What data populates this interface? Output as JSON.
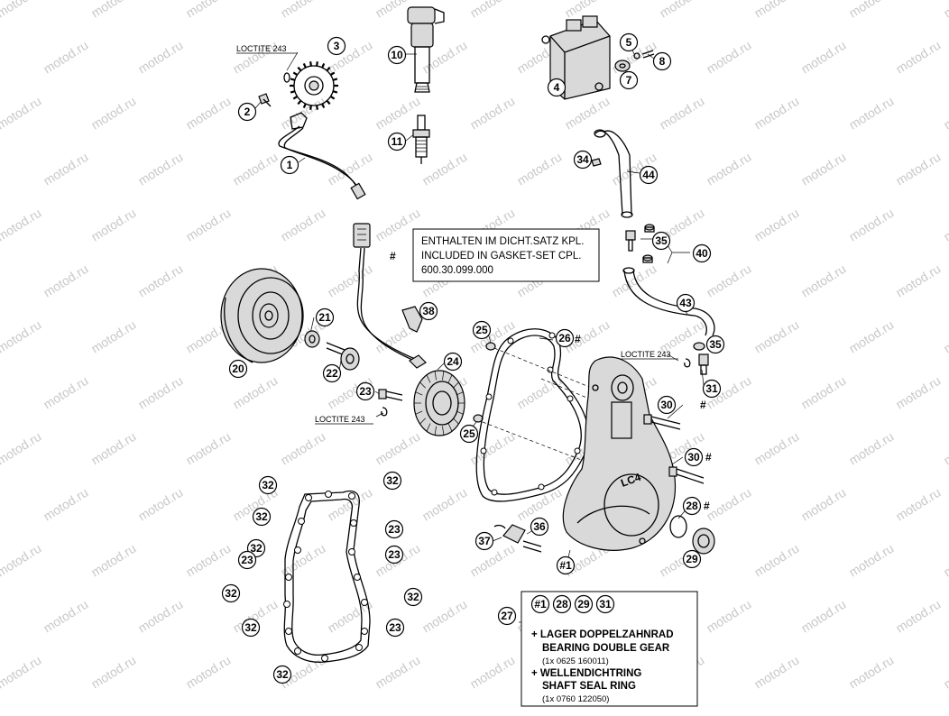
{
  "watermark": "motod.ru",
  "loctite_label": "LOCTITE 243",
  "hash_mark": "#",
  "gasket_note": {
    "line1": "ENTHALTEN IM DICHT.SATZ KPL.",
    "line2": "INCLUDED IN GASKET-SET CPL.",
    "line3": "600.30.099.000"
  },
  "kit_box": {
    "ref": "27",
    "items": [
      "#1",
      "28",
      "29",
      "31"
    ],
    "line1": "+ LAGER DOPPELZAHNRAD",
    "line2": "BEARING DOUBLE GEAR",
    "line3": "(1x 0625 160011)",
    "line4": "+ WELLENDICHTRING",
    "line5": "SHAFT SEAL RING",
    "line6": "(1x 0760 122050)"
  },
  "cover_logo": "LC4",
  "callouts": [
    {
      "id": "c1",
      "label": "1"
    },
    {
      "id": "c2",
      "label": "2"
    },
    {
      "id": "c3",
      "label": "3"
    },
    {
      "id": "c4",
      "label": "4"
    },
    {
      "id": "c5",
      "label": "5"
    },
    {
      "id": "c7",
      "label": "7"
    },
    {
      "id": "c8",
      "label": "8"
    },
    {
      "id": "c10",
      "label": "10"
    },
    {
      "id": "c11",
      "label": "11"
    },
    {
      "id": "c20",
      "label": "20"
    },
    {
      "id": "c21",
      "label": "21"
    },
    {
      "id": "c22",
      "label": "22"
    },
    {
      "id": "c23a",
      "label": "23"
    },
    {
      "id": "c24",
      "label": "24"
    },
    {
      "id": "c25a",
      "label": "25"
    },
    {
      "id": "c25b",
      "label": "25"
    },
    {
      "id": "c26",
      "label": "26"
    },
    {
      "id": "c28",
      "label": "28"
    },
    {
      "id": "c29",
      "label": "29"
    },
    {
      "id": "c30a",
      "label": "30"
    },
    {
      "id": "c30b",
      "label": "30"
    },
    {
      "id": "c31",
      "label": "31"
    },
    {
      "id": "c34",
      "label": "34"
    },
    {
      "id": "c35a",
      "label": "35"
    },
    {
      "id": "c35b",
      "label": "35"
    },
    {
      "id": "c36",
      "label": "36"
    },
    {
      "id": "c37",
      "label": "37"
    },
    {
      "id": "c38",
      "label": "38"
    },
    {
      "id": "c40",
      "label": "40"
    },
    {
      "id": "c43",
      "label": "43"
    },
    {
      "id": "c44",
      "label": "44"
    },
    {
      "id": "chash1",
      "label": "#1"
    },
    {
      "id": "g32a",
      "label": "32"
    },
    {
      "id": "g32b",
      "label": "32"
    },
    {
      "id": "g32c",
      "label": "32"
    },
    {
      "id": "g32d",
      "label": "32"
    },
    {
      "id": "g32e",
      "label": "32"
    },
    {
      "id": "g32f",
      "label": "32"
    },
    {
      "id": "g32g",
      "label": "32"
    },
    {
      "id": "g32h",
      "label": "32"
    },
    {
      "id": "g23a",
      "label": "23"
    },
    {
      "id": "g23b",
      "label": "23"
    },
    {
      "id": "g23c",
      "label": "23"
    },
    {
      "id": "g23d",
      "label": "23"
    }
  ]
}
